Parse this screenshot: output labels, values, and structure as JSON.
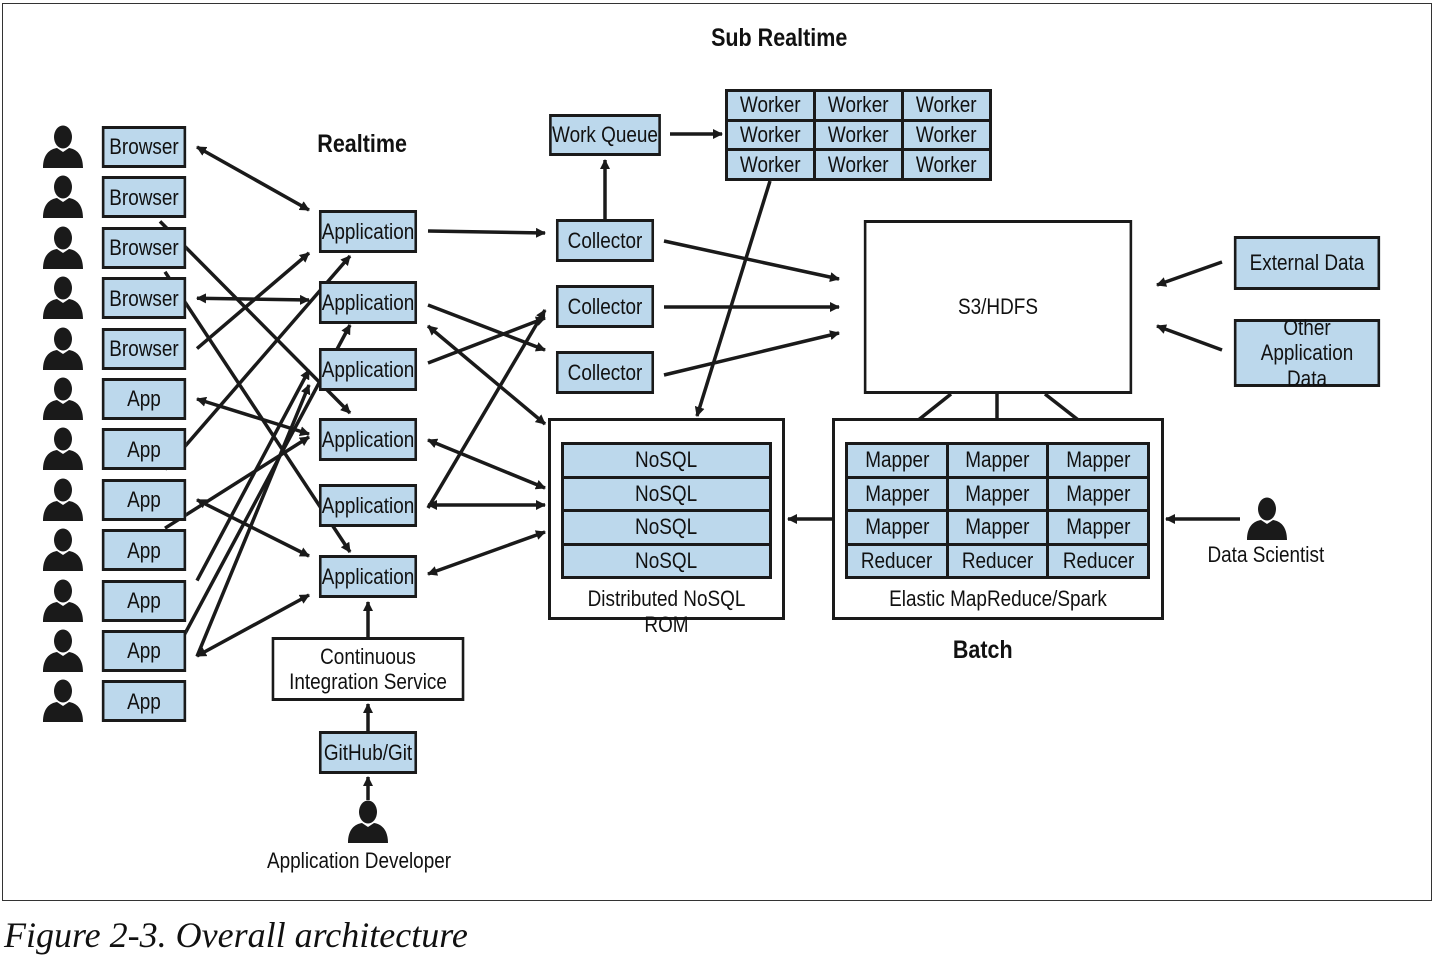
{
  "headings": {
    "sub_realtime": "Sub Realtime",
    "realtime": "Realtime",
    "batch": "Batch"
  },
  "clients": {
    "browser_label": "Browser",
    "app_label": "App",
    "browser_count": 5,
    "app_count": 7
  },
  "applications": {
    "label": "Application",
    "count": 6
  },
  "ci_service": "Continuous Integration Service",
  "github": "GitHub/Git",
  "app_developer": "Application Developer",
  "work_queue": "Work Queue",
  "workers": {
    "label": "Worker",
    "rows": 3,
    "cols": 3
  },
  "collectors": {
    "label": "Collector",
    "count": 3
  },
  "storage": "S3/HDFS",
  "external_data": "External Data",
  "other_app_data": "Other Application Data",
  "nosql": {
    "cell_label": "NoSQL",
    "count": 4,
    "container_label": "Distributed NoSQL ROM"
  },
  "mapreduce": {
    "cells": [
      [
        "Mapper",
        "Mapper",
        "Mapper"
      ],
      [
        "Mapper",
        "Mapper",
        "Mapper"
      ],
      [
        "Mapper",
        "Mapper",
        "Mapper"
      ],
      [
        "Reducer",
        "Reducer",
        "Reducer"
      ]
    ],
    "container_label": "Elastic MapReduce/Spark"
  },
  "data_scientist": "Data Scientist",
  "figure_caption": "Figure 2-3. Overall architecture",
  "colors": {
    "box_fill": "#bcd8ec",
    "stroke": "#1a1a1a"
  },
  "icons": {
    "person": "person-silhouette-icon"
  }
}
